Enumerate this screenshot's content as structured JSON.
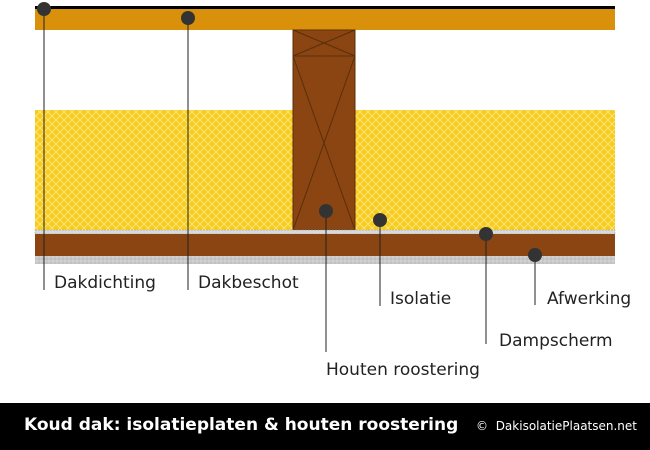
{
  "colors": {
    "roof_deck": "#D9900A",
    "insulation": "#F7CC1E",
    "insulation_mesh": "#FFE680",
    "wood": "#8B4513",
    "wood_line": "#5A2E0A",
    "membrane_line": "#000000",
    "vapor_barrier": "#D9D9D9",
    "finish_layer": "#C8C8C8",
    "marker": "#333333",
    "footer_background": "#000000",
    "footer_text": "#FFFFFF"
  },
  "labels": {
    "dakdichting": "Dakdichting",
    "dakbeschot": "Dakbeschot",
    "isolatie": "Isolatie",
    "houten_roostering": "Houten roostering",
    "dampscherm": "Dampscherm",
    "afwerking": "Afwerking"
  },
  "footer": {
    "title": "Koud dak: isolatieplaten & houten roostering",
    "credit_symbol": "©",
    "credit": "DakisolatiePlaatsen.net"
  }
}
